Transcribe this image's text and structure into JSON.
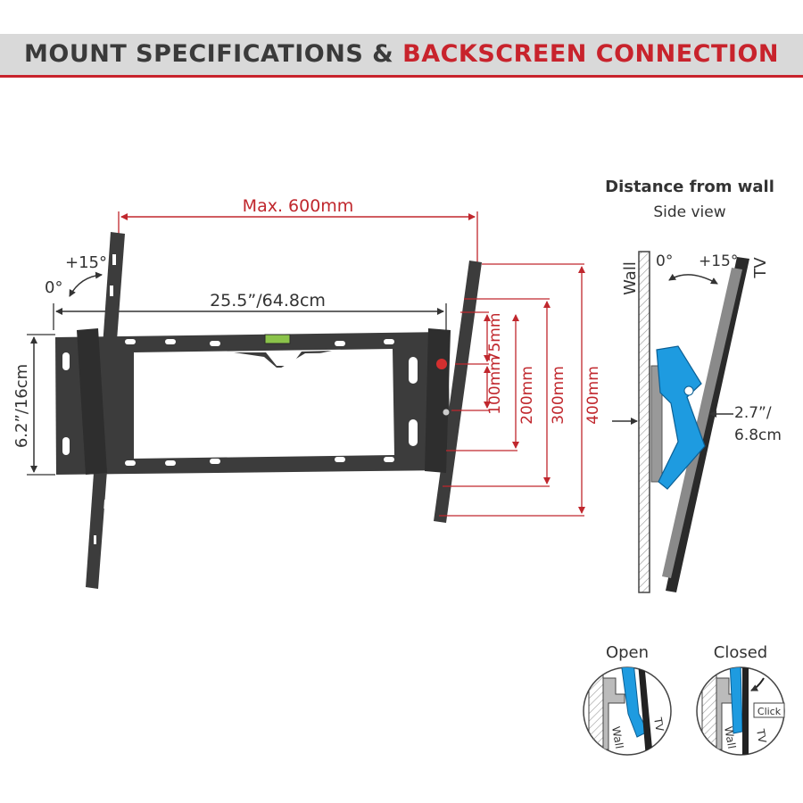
{
  "header": {
    "title_part1": "MOUNT SPECIFICATIONS & ",
    "title_part2": "BACKSCREEN CONNECTION"
  },
  "front_view": {
    "max_width_label": "Max. 600mm",
    "bracket_width_label": "25.5”/64.8cm",
    "height_label": "6.2”/16cm",
    "tilt_max_label": "+15°",
    "tilt_min_label": "0°",
    "vesa_heights": [
      "100mm",
      "75mm",
      "200mm",
      "300mm",
      "400mm"
    ]
  },
  "side_view": {
    "title": "Distance from wall",
    "subtitle": "Side view",
    "wall_label": "Wall",
    "tv_label": "TV",
    "tilt_min_label": "0°",
    "tilt_max_label": "+15°",
    "distance_label_line1": "2.7”/",
    "distance_label_line2": "6.8cm"
  },
  "connection": {
    "open_label": "Open",
    "closed_label": "Closed",
    "wall_label": "Wall",
    "tv_label": "TV",
    "click_label": "Click"
  },
  "colors": {
    "accent_red": "#c8232c",
    "bracket_dark": "#3c3c3c",
    "clip_blue": "#1e9be0",
    "header_gray": "#d9d9d9"
  }
}
